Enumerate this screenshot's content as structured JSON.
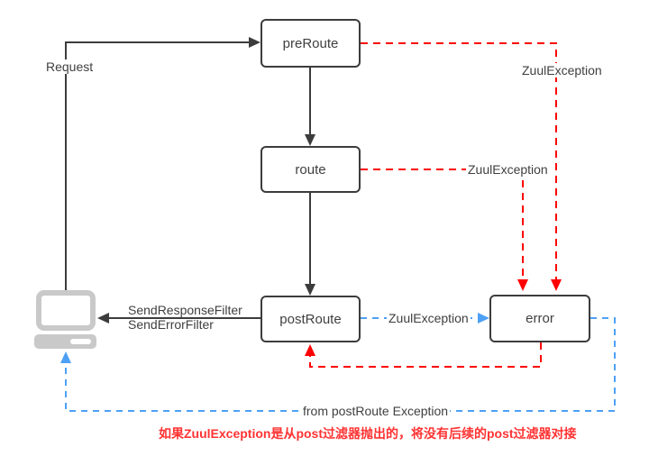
{
  "nodes": {
    "preRoute": {
      "label": "preRoute"
    },
    "route": {
      "label": "route"
    },
    "postRoute": {
      "label": "postRoute"
    },
    "error": {
      "label": "error"
    }
  },
  "edges": {
    "request": {
      "label": "Request"
    },
    "preRouteException": {
      "label": "ZuulException"
    },
    "routeException": {
      "label": "ZuulException"
    },
    "postRouteException": {
      "label": "ZuulException"
    },
    "responseFilters": {
      "line1": "SendResponseFilter",
      "line2": "SendErrorFilter"
    },
    "errorToClient": {
      "label": "from postRoute Exception"
    }
  },
  "note": {
    "text": "如果ZuulException是从post过滤器抛出的，将没有后续的post过滤器对接"
  },
  "colors": {
    "normal_flow": "#3c3c3c",
    "exception_flow": "#ff0000",
    "post_exception_flow": "#4da0f5",
    "node_border": "#3c3c3c",
    "label_text": "#3f3f3f",
    "note_text": "#ff3333",
    "laptop_gray": "#c9c9c9"
  },
  "icons": {
    "client": "laptop-icon"
  }
}
